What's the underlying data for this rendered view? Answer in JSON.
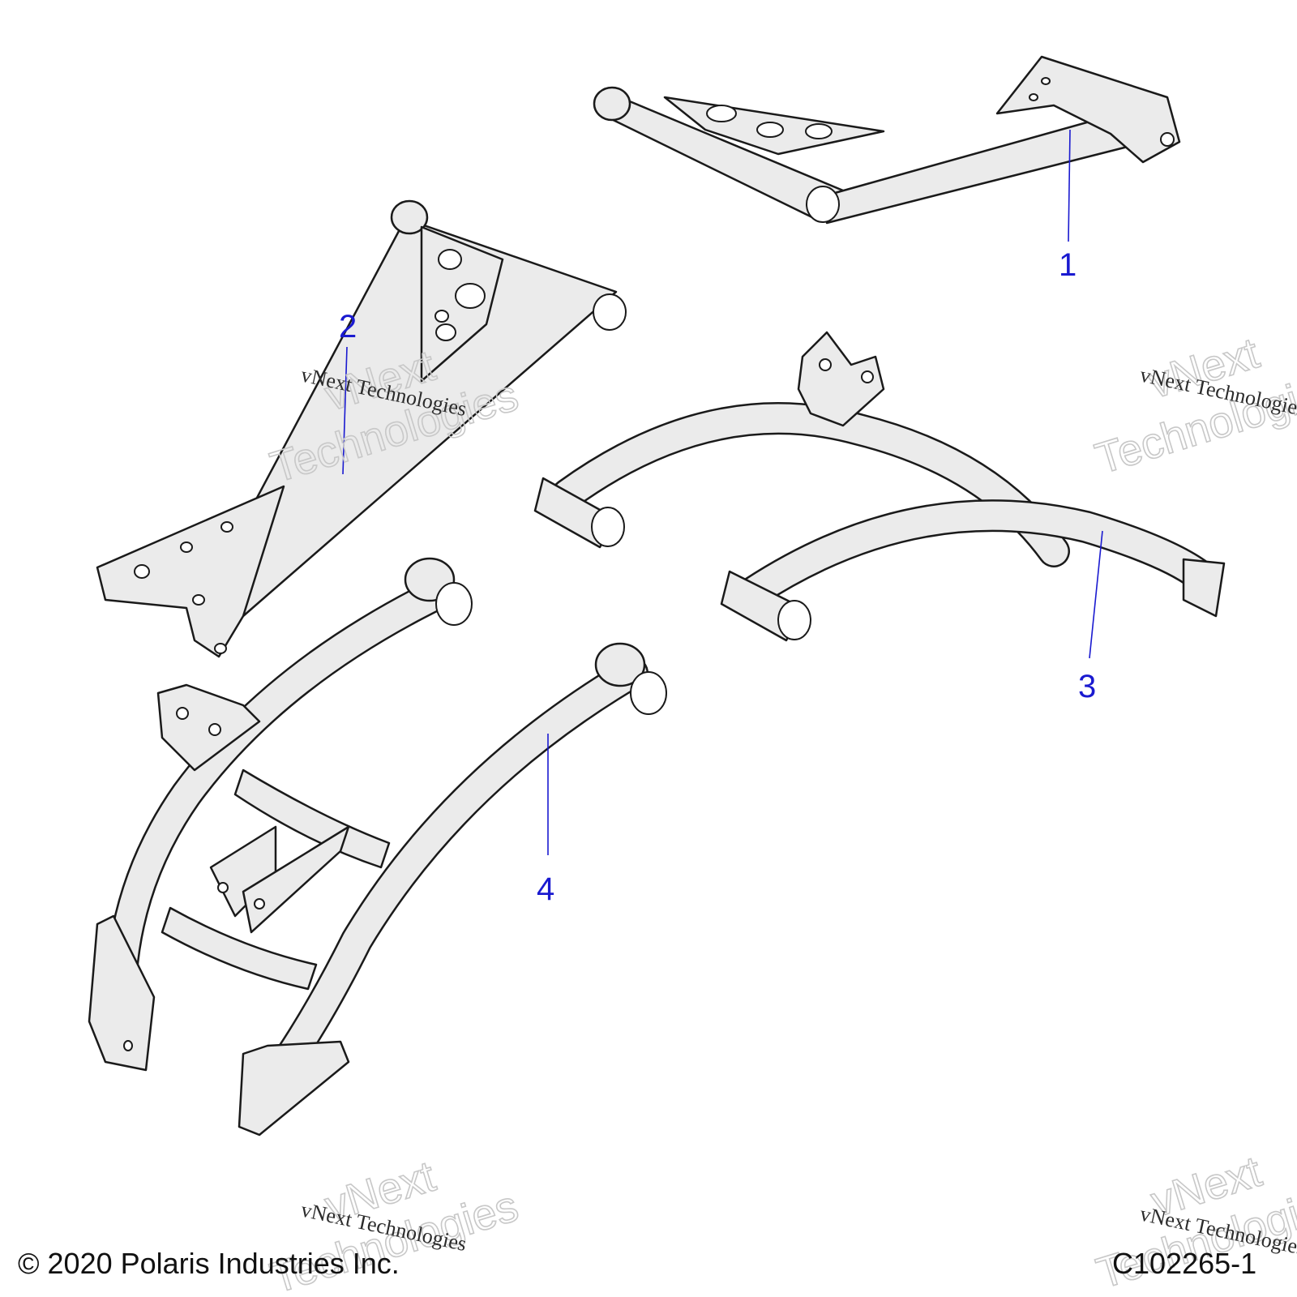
{
  "diagram": {
    "callouts": [
      {
        "id": "1",
        "label": "1"
      },
      {
        "id": "2",
        "label": "2"
      },
      {
        "id": "3",
        "label": "3"
      },
      {
        "id": "4",
        "label": "4"
      }
    ],
    "watermark_small": "vNext Technologies",
    "watermark_big_1": "vNext",
    "watermark_big_2": "Technologies",
    "copyright": "© 2020 Polaris Industries Inc.",
    "drawing_id": "C102265-1",
    "colors": {
      "callout": "#1a1ad0",
      "part_fill": "#ebebeb",
      "outline": "#1a1a1a"
    }
  }
}
